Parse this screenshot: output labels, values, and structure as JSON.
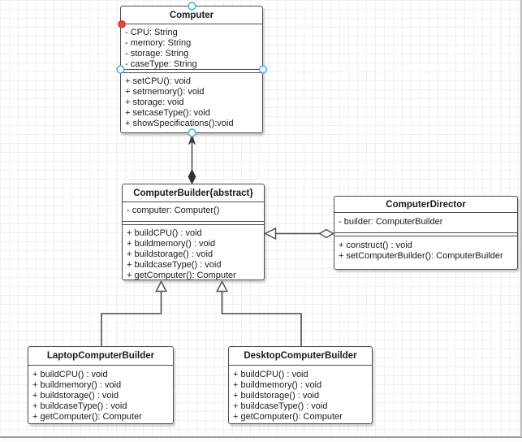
{
  "diagram_type": "uml-class-diagram",
  "classes": {
    "computer": {
      "title": "Computer",
      "attributes": [
        "- CPU: String",
        "- memory: String",
        "- storage: String",
        "- caseType: String"
      ],
      "methods": [
        "+ setCPU(): void",
        "+ setmemory(): void",
        "+ storage: void",
        "+ setcaseType(): void",
        "+ showSpecifications():void"
      ]
    },
    "computer_builder": {
      "title": "ComputerBuilder{abstract}",
      "attributes": [
        "- computer: Computer()"
      ],
      "methods": [
        "+ buildCPU() : void",
        "+ buildmemory() : void",
        "+ buildstorage() : void",
        "+ buildcaseType() : void",
        "+ getComputer(): Computer"
      ]
    },
    "computer_director": {
      "title": "ComputerDirector",
      "attributes": [
        "- builder: ComputerBuilder"
      ],
      "methods": [
        "+ construct() : void",
        "+ setComputerBuilder(): ComputerBuilder"
      ]
    },
    "laptop_builder": {
      "title": "LaptopComputerBuilder",
      "methods": [
        "+ buildCPU() : void",
        "+ buildmemory() : void",
        "+ buildstorage() : void",
        "+ buildcaseType() : void",
        "+ getComputer(): Computer"
      ]
    },
    "desktop_builder": {
      "title": "DesktopComputerBuilder",
      "methods": [
        "+ buildCPU() : void",
        "+ buildmemory() : void",
        "+ buildstorage() : void",
        "+ buildcaseType() : void",
        "+ getComputer(): Computer"
      ]
    }
  },
  "relationships": [
    {
      "from": "ComputerBuilder{abstract}",
      "to": "Computer",
      "type": "composition",
      "ends": "filled diamond at ComputerBuilder, open arrow at Computer"
    },
    {
      "from": "ComputerDirector",
      "to": "ComputerBuilder{abstract}",
      "type": "aggregation-generalization",
      "ends": "hollow diamond at ComputerDirector, hollow triangle at ComputerBuilder"
    },
    {
      "from": "LaptopComputerBuilder",
      "to": "ComputerBuilder{abstract}",
      "type": "generalization",
      "ends": "hollow triangle at ComputerBuilder"
    },
    {
      "from": "DesktopComputerBuilder",
      "to": "ComputerBuilder{abstract}",
      "type": "generalization",
      "ends": "hollow triangle at ComputerBuilder"
    }
  ],
  "selection": {
    "selected_class": "Computer",
    "handle_color": "#57aee8",
    "endpoint_color": "#e8473e"
  },
  "colors": {
    "box_border": "#4d4d4d",
    "text": "#1a1a1a",
    "grid": "#f0f0f0",
    "background": "#ffffff"
  }
}
